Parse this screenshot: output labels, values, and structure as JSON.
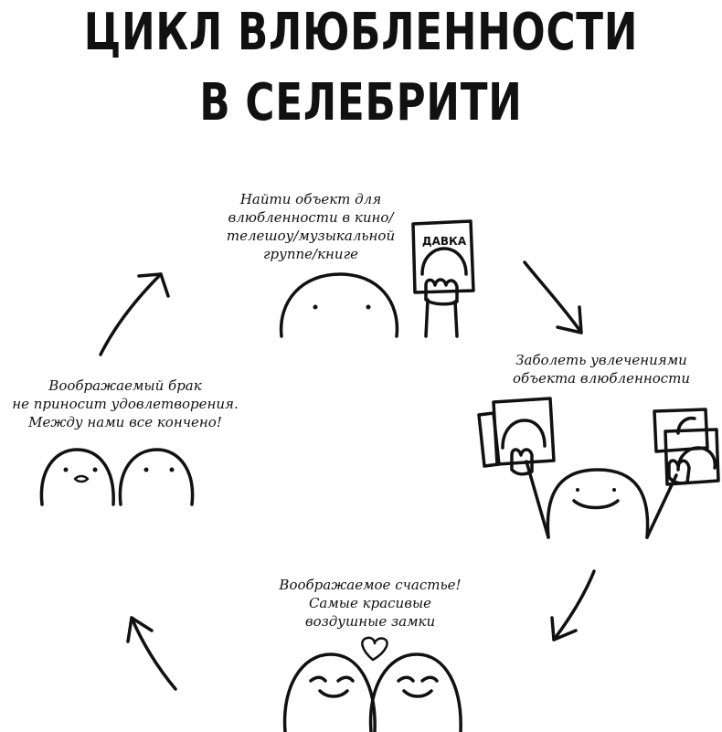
{
  "title": {
    "line1": "ЦИКЛ ВЛЮБЛЕННОСТИ",
    "line2": "В СЕЛЕБРИТИ"
  },
  "steps": [
    {
      "lines": [
        "Найти объект для",
        "влюбленности в кино/",
        "телешоу/музыкальной",
        "группе/книге"
      ]
    },
    {
      "lines": [
        "Заболеть увлечениями",
        "объекта влюбленности"
      ]
    },
    {
      "lines": [
        "Воображаемое счастье!",
        "Самые красивые",
        "воздушные замки"
      ]
    },
    {
      "lines": [
        "Воображаемый брак",
        "не приносит удовлетворения.",
        "Между нами все кончено!"
      ]
    }
  ],
  "poster": {
    "label": "ДАВКА"
  },
  "icons": [
    "arrow-icon",
    "heart-icon",
    "poster-icon"
  ]
}
